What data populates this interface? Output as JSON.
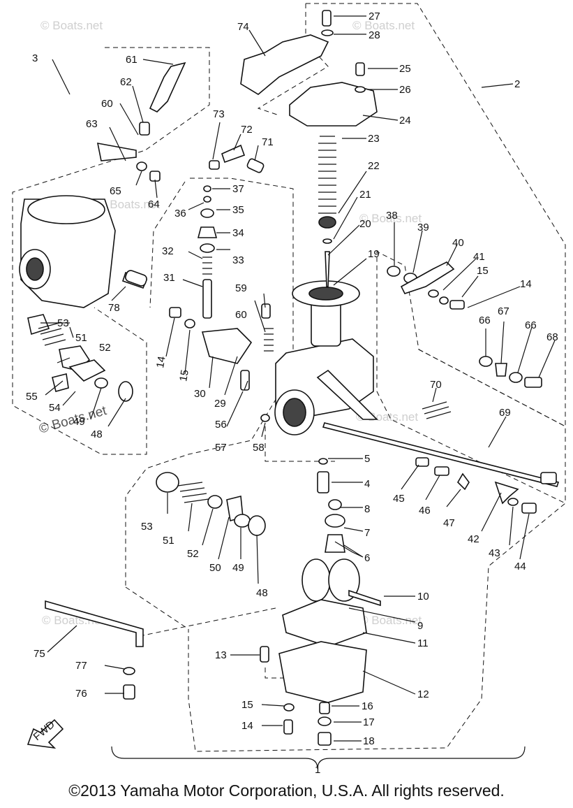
{
  "copyright": "©2013 Yamaha Motor Corporation, U.S.A. All rights reserved.",
  "watermark": "© Boats.net",
  "fwd_label": "FWD",
  "assembly_label": "1",
  "callouts": [
    {
      "id": "c27",
      "label": "27"
    },
    {
      "id": "c28",
      "label": "28"
    },
    {
      "id": "c74",
      "label": "74"
    },
    {
      "id": "c25",
      "label": "25"
    },
    {
      "id": "c26",
      "label": "26"
    },
    {
      "id": "c2",
      "label": "2"
    },
    {
      "id": "c24",
      "label": "24"
    },
    {
      "id": "c23",
      "label": "23"
    },
    {
      "id": "c22",
      "label": "22"
    },
    {
      "id": "c21",
      "label": "21"
    },
    {
      "id": "c20",
      "label": "20"
    },
    {
      "id": "c19",
      "label": "19"
    },
    {
      "id": "c3",
      "label": "3"
    },
    {
      "id": "c61",
      "label": "61"
    },
    {
      "id": "c62",
      "label": "62"
    },
    {
      "id": "c60a",
      "label": "60"
    },
    {
      "id": "c63",
      "label": "63"
    },
    {
      "id": "c65",
      "label": "65"
    },
    {
      "id": "c64",
      "label": "64"
    },
    {
      "id": "c73",
      "label": "73"
    },
    {
      "id": "c72",
      "label": "72"
    },
    {
      "id": "c71",
      "label": "71"
    },
    {
      "id": "c37",
      "label": "37"
    },
    {
      "id": "c36",
      "label": "36"
    },
    {
      "id": "c35",
      "label": "35"
    },
    {
      "id": "c34",
      "label": "34"
    },
    {
      "id": "c33",
      "label": "33"
    },
    {
      "id": "c32",
      "label": "32"
    },
    {
      "id": "c31",
      "label": "31"
    },
    {
      "id": "c38",
      "label": "38"
    },
    {
      "id": "c39",
      "label": "39"
    },
    {
      "id": "c40",
      "label": "40"
    },
    {
      "id": "c41",
      "label": "41"
    },
    {
      "id": "c15a",
      "label": "15"
    },
    {
      "id": "c14a",
      "label": "14"
    },
    {
      "id": "c78",
      "label": "78"
    },
    {
      "id": "c53a",
      "label": "53"
    },
    {
      "id": "c51a",
      "label": "51"
    },
    {
      "id": "c52a",
      "label": "52"
    },
    {
      "id": "c55",
      "label": "55"
    },
    {
      "id": "c54",
      "label": "54"
    },
    {
      "id": "c49a",
      "label": "49"
    },
    {
      "id": "c48a",
      "label": "48"
    },
    {
      "id": "c59",
      "label": "59"
    },
    {
      "id": "c60b",
      "label": "60"
    },
    {
      "id": "c14b",
      "label": "14"
    },
    {
      "id": "c15b",
      "label": "15"
    },
    {
      "id": "c30",
      "label": "30"
    },
    {
      "id": "c29",
      "label": "29"
    },
    {
      "id": "c56",
      "label": "56"
    },
    {
      "id": "c57",
      "label": "57"
    },
    {
      "id": "c58",
      "label": "58"
    },
    {
      "id": "c66a",
      "label": "66"
    },
    {
      "id": "c67",
      "label": "67"
    },
    {
      "id": "c66b",
      "label": "66"
    },
    {
      "id": "c68",
      "label": "68"
    },
    {
      "id": "c70",
      "label": "70"
    },
    {
      "id": "c69",
      "label": "69"
    },
    {
      "id": "c5",
      "label": "5"
    },
    {
      "id": "c4",
      "label": "4"
    },
    {
      "id": "c8",
      "label": "8"
    },
    {
      "id": "c7",
      "label": "7"
    },
    {
      "id": "c6",
      "label": "6"
    },
    {
      "id": "c45",
      "label": "45"
    },
    {
      "id": "c46",
      "label": "46"
    },
    {
      "id": "c47",
      "label": "47"
    },
    {
      "id": "c42",
      "label": "42"
    },
    {
      "id": "c43",
      "label": "43"
    },
    {
      "id": "c44",
      "label": "44"
    },
    {
      "id": "c53b",
      "label": "53"
    },
    {
      "id": "c51b",
      "label": "51"
    },
    {
      "id": "c52b",
      "label": "52"
    },
    {
      "id": "c50",
      "label": "50"
    },
    {
      "id": "c49b",
      "label": "49"
    },
    {
      "id": "c48b",
      "label": "48"
    },
    {
      "id": "c10",
      "label": "10"
    },
    {
      "id": "c9",
      "label": "9"
    },
    {
      "id": "c11",
      "label": "11"
    },
    {
      "id": "c75",
      "label": "75"
    },
    {
      "id": "c13",
      "label": "13"
    },
    {
      "id": "c12",
      "label": "12"
    },
    {
      "id": "c77",
      "label": "77"
    },
    {
      "id": "c76",
      "label": "76"
    },
    {
      "id": "c15c",
      "label": "15"
    },
    {
      "id": "c16",
      "label": "16"
    },
    {
      "id": "c14c",
      "label": "14"
    },
    {
      "id": "c17",
      "label": "17"
    },
    {
      "id": "c18",
      "label": "18"
    }
  ]
}
